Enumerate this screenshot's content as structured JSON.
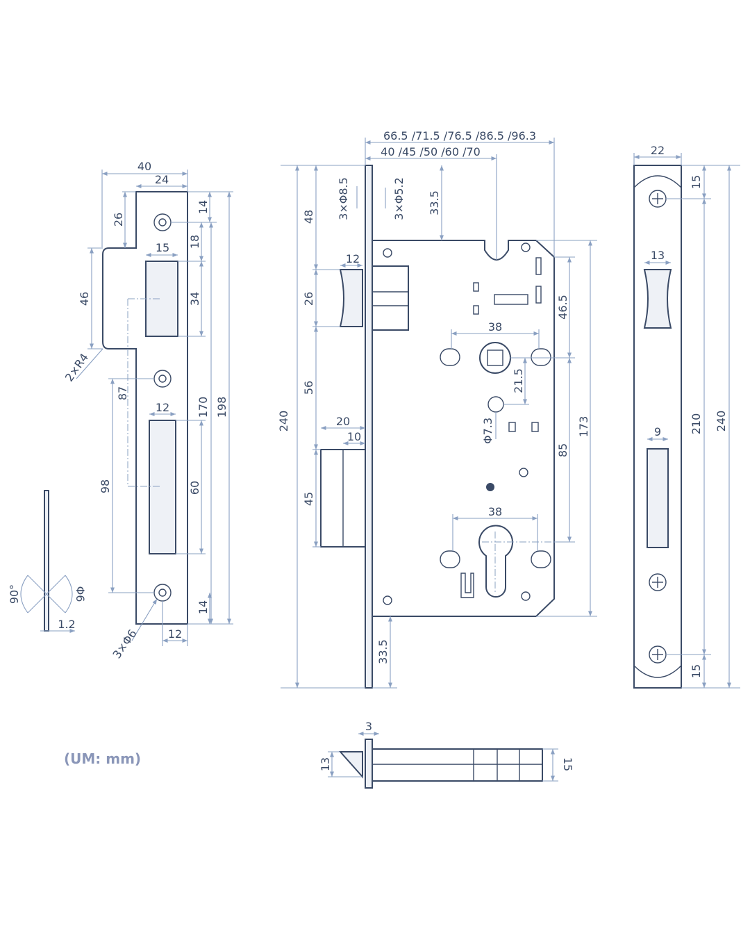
{
  "units_label": "(UM: mm)",
  "strike_plate": {
    "width_outer": "40",
    "width_inner": "24",
    "notch_top": "26",
    "notch_height": "46",
    "notch_radius": "2×R4",
    "slot1_width": "15",
    "top_hole_offset": "14",
    "slot_top_offset": "18",
    "slot1_height": "34",
    "hole_spacing_upper": "87",
    "hole_spacing_lower": "98",
    "slot2_width": "12",
    "slot_span": "170",
    "total_height": "198",
    "slot2_height": "60",
    "bottom_hole_offset": "14",
    "bottom_width": "12",
    "holes": "3×Φ6"
  },
  "screw_detail": {
    "angle": "90°",
    "diameter": "Φ6",
    "thickness": "1.2"
  },
  "lock_body": {
    "backset_long": "66.5 /71.5 /76.5 /86.5 /96.3",
    "backset_short": "40 /45 /50 /60 /70",
    "faceplate_holes_large": "3×Φ8.5",
    "faceplate_holes_small": "3×Φ5.2",
    "top_to_case": "33.5",
    "top_to_latch": "48",
    "latch_height": "26",
    "latch_width": "12",
    "latch_to_bolt": "56",
    "bolt_width": "20",
    "bolt_offset": "10",
    "bolt_height": "45",
    "total_height": "240",
    "handle_spacing_top": "38",
    "follower_to_hole": "21.5",
    "hole_diameter": "Φ7.3",
    "top_to_follower": "46.5",
    "follower_to_cylinder": "85",
    "case_height": "173",
    "handle_spacing_bottom": "38",
    "bottom_to_case": "33.5"
  },
  "faceplate": {
    "width": "22",
    "top_hole_offset": "15",
    "latch_slot_width": "13",
    "bolt_slot_width": "9",
    "hole_spacing": "210",
    "total_height": "240",
    "bottom_hole_offset": "15"
  },
  "bolt_side_view": {
    "thickness": "3",
    "latch_height": "13",
    "body_height": "15"
  }
}
